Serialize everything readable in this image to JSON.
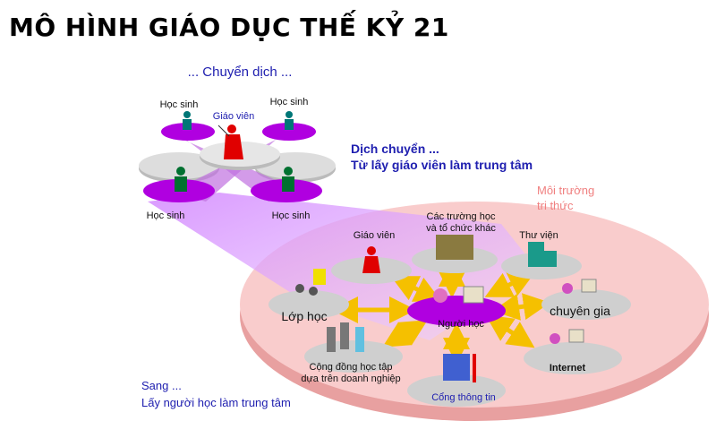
{
  "title": "MÔ HÌNH GIÁO DỤC THẾ KỶ 21",
  "top_heading": "... Chuyển dịch ...",
  "shift_from": {
    "line1": "Dịch chuyển ...",
    "line2": "Từ lấy giáo viên làm trung tâm"
  },
  "shift_to": {
    "line1": "Sang ...",
    "line2": "Lấy người học làm trung tâm"
  },
  "teacher_centered": {
    "teacher": "Giáo viên",
    "students": [
      "Học sinh",
      "Học sinh",
      "Học sinh",
      "Học sinh"
    ]
  },
  "environment": {
    "line1": "Môi trường",
    "line2": "tri thức"
  },
  "learner_centered": {
    "center": "Người học",
    "nodes": {
      "teacher": "Giáo viên",
      "schools_line1": "Các trường học",
      "schools_line2": "và tổ chức khác",
      "library": "Thư viện",
      "expert": "chuyên gia",
      "internet": "Internet",
      "portal": "Cổng thông tin",
      "community_line1": "Cộng đồng học tập",
      "community_line2": "dựa trên doanh nghiệp",
      "classroom": "Lớp học"
    }
  },
  "colors": {
    "blue": "#2020b0",
    "purple": "#b000e0",
    "pink": "#f9c8c8",
    "arrow": "#f5c000",
    "teacher": "#e00000",
    "student": "#007030"
  }
}
